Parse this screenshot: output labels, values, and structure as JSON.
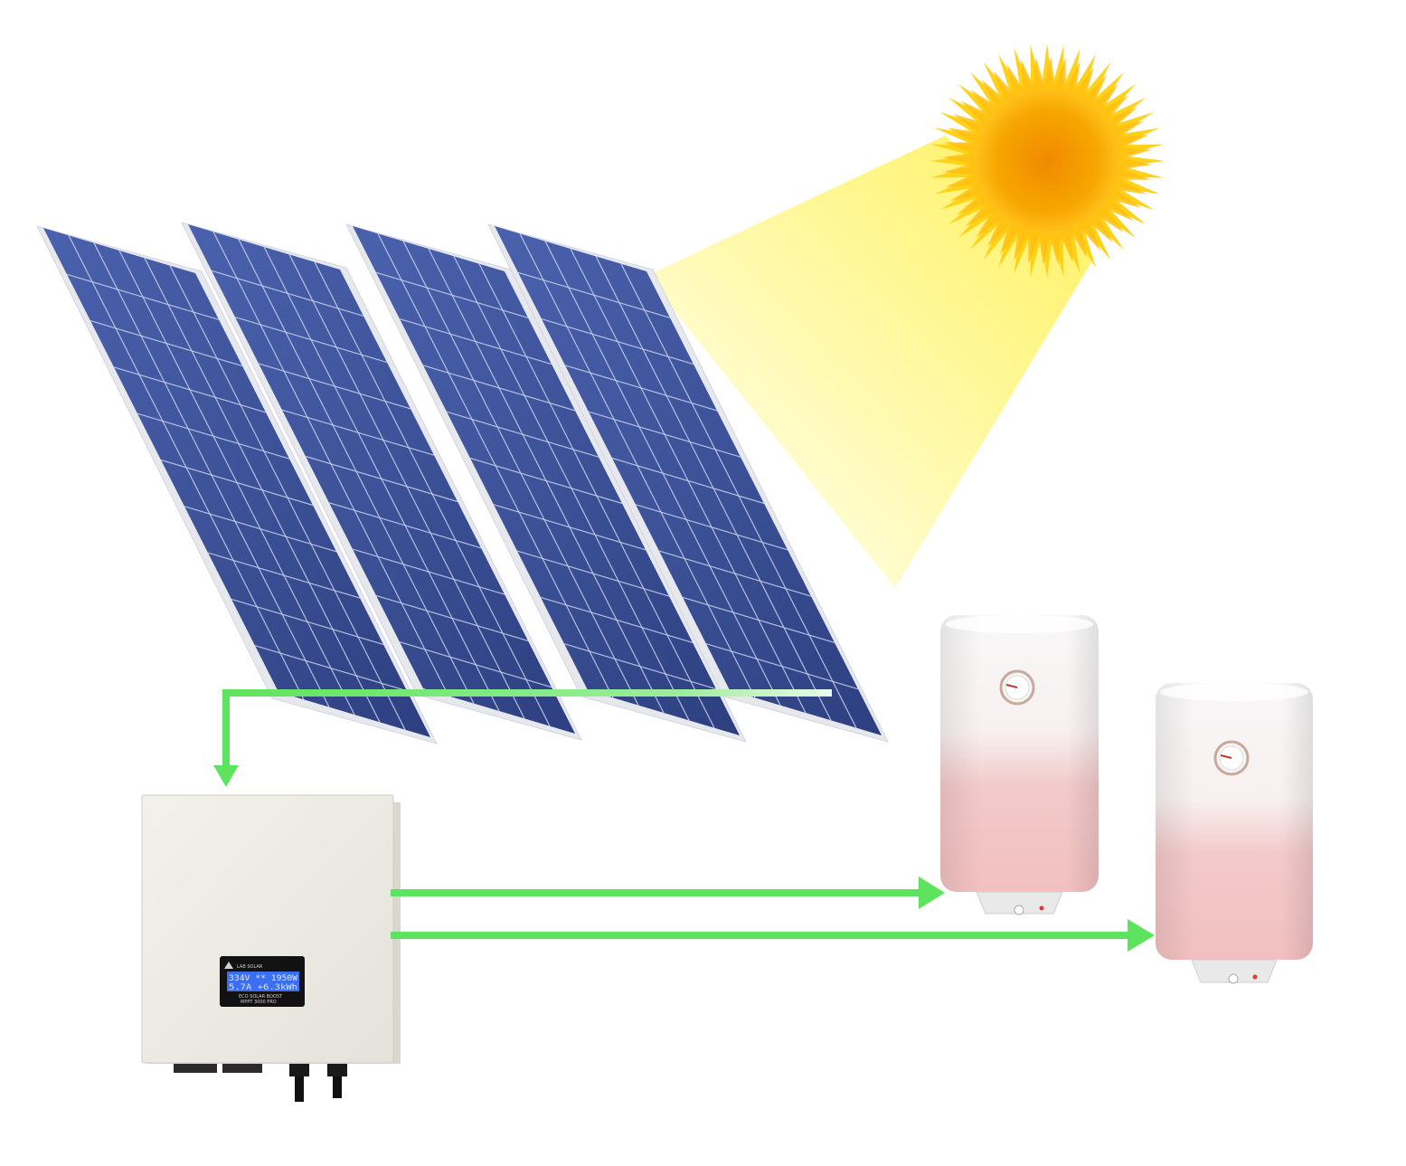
{
  "colors": {
    "background": "#ffffff",
    "panel_blue": "#3a4f97",
    "panel_frame": "#e8eaee",
    "arrow_green": "#5ee35e",
    "sun_core": "#f5a000",
    "sun_rays": "#ffd21a",
    "sun_beam": "#fff68a",
    "inverter_body": "#ecebe3",
    "lcd_blue": "#3c6ff0",
    "heater_white": "#f7f7f7",
    "heater_pink": "#f3c6c6"
  },
  "panels": {
    "count": 4
  },
  "inverter": {
    "brand": "LAB SOLAR",
    "lcd_line1": "334V  ** 1950W",
    "lcd_line2": "5.7A    +6.3kWh",
    "label_line1": "ECO SOLAR BOOST",
    "label_line2": "MPPT 3000 PRO"
  },
  "flows": [
    {
      "from": "solar-panels",
      "to": "inverter"
    },
    {
      "from": "inverter",
      "to": "water-heater-1"
    },
    {
      "from": "inverter",
      "to": "water-heater-2"
    }
  ]
}
